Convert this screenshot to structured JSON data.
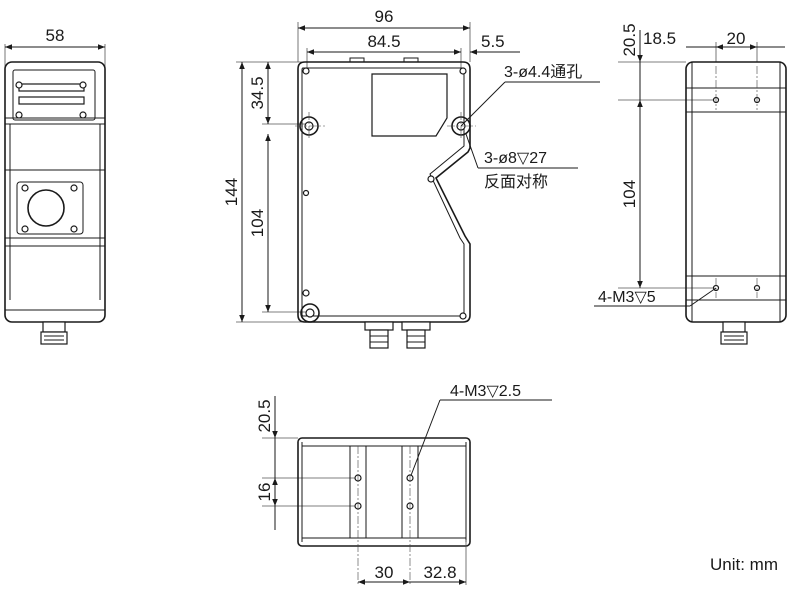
{
  "dimensions": {
    "front_width": "58",
    "top_width_total": "96",
    "top_width_holes": "84.5",
    "edge_offset": "5.5",
    "height_total": "144",
    "hole_top_offset": "34.5",
    "hole_spacing_vertical": "104",
    "side_top_offset": "20.5",
    "side_edge_offset": "18.5",
    "side_hole_spacing": "20",
    "side_height": "104",
    "bottom_top_offset": "20.5",
    "bottom_hole_spacing_v": "16",
    "bottom_spacing_a": "30",
    "bottom_spacing_b": "32.8"
  },
  "callouts": {
    "through_holes": "3-ø4.4通孔",
    "counterbore_line1": "3-ø8▽27",
    "counterbore_line2": "反面对称",
    "side_thread": "4-M3▽5",
    "bottom_thread": "4-M3▽2.5"
  },
  "unit_label": "Unit: mm"
}
